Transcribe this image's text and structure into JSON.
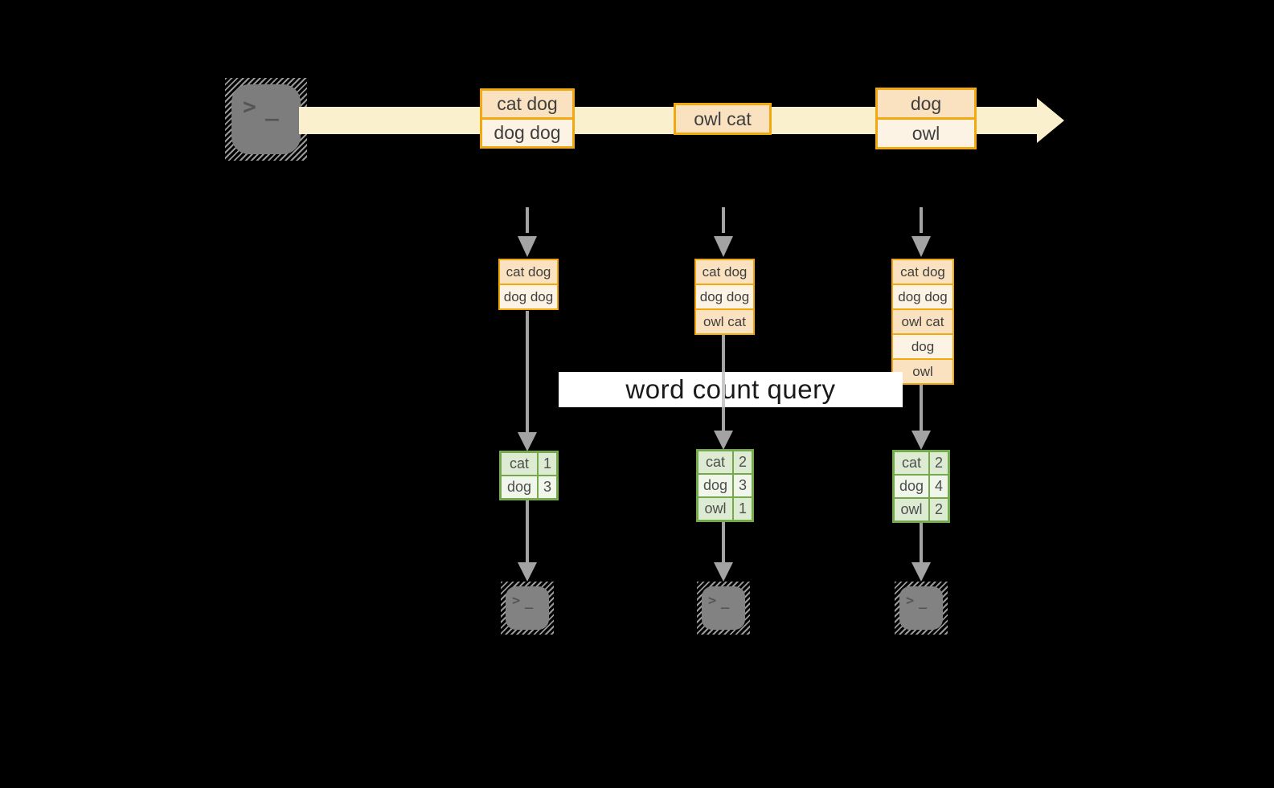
{
  "colors": {
    "background": "#000000",
    "stream_band": "#faf0cd",
    "record_border": "#f2a90f",
    "record_fill_dark": "#fae1c0",
    "record_fill_light": "#fdf3e4",
    "table_border": "#74a94c",
    "table_fill_dark": "#deebd3",
    "table_fill_light": "#f0f6ea",
    "arrow_gray": "#a3a3a3",
    "banner_background": "#ffffff",
    "terminal_gray": "#7d7d7d"
  },
  "icons": {
    "terminal": {
      "prompt": ">",
      "cursor": "_"
    }
  },
  "stream": {
    "batches": [
      {
        "cells": [
          "cat dog",
          "dog dog"
        ]
      },
      {
        "cells": [
          "owl cat"
        ]
      },
      {
        "cells": [
          "dog",
          "owl"
        ]
      }
    ]
  },
  "query": {
    "label": "word count query"
  },
  "columns": [
    {
      "buffer": [
        "cat dog",
        "dog dog"
      ],
      "counts": [
        {
          "word": "cat",
          "count": "1"
        },
        {
          "word": "dog",
          "count": "3"
        }
      ]
    },
    {
      "buffer": [
        "cat dog",
        "dog dog",
        "owl cat"
      ],
      "counts": [
        {
          "word": "cat",
          "count": "2"
        },
        {
          "word": "dog",
          "count": "3"
        },
        {
          "word": "owl",
          "count": "1"
        }
      ]
    },
    {
      "buffer": [
        "cat dog",
        "dog dog",
        "owl cat",
        "dog",
        "owl"
      ],
      "counts": [
        {
          "word": "cat",
          "count": "2"
        },
        {
          "word": "dog",
          "count": "4"
        },
        {
          "word": "owl",
          "count": "2"
        }
      ]
    }
  ]
}
